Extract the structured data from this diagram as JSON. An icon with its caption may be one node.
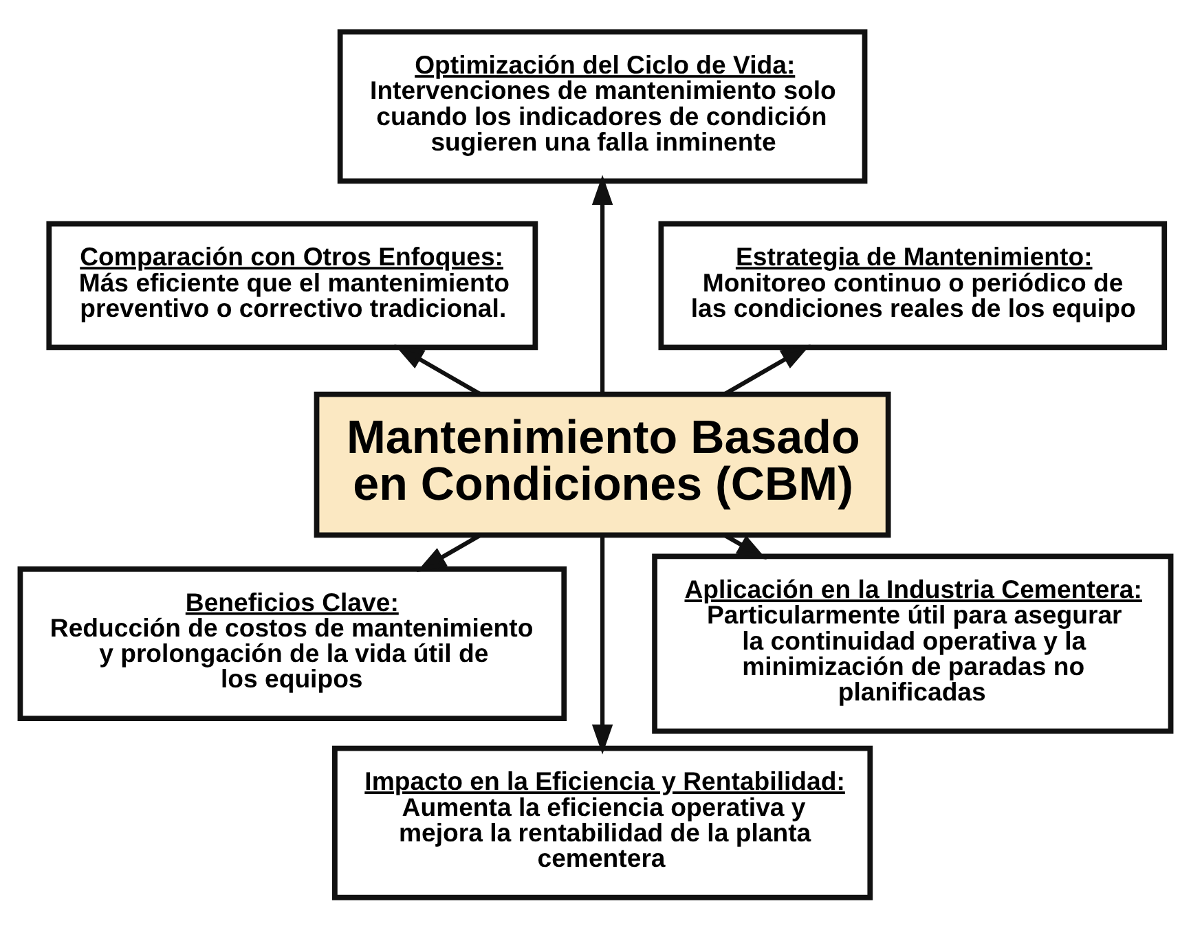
{
  "diagram": {
    "nodes": [
      {
        "text": [
          "Mantenimiento Basado en Condiciones (CBM)"
        ]
      },
      {
        "text": [
          "Estrategia de Mantenimiento:",
          "Monitoreo continuo o periódico de las condiciones reales de los equipo"
        ]
      },
      {
        "text": [
          "Optimización del Ciclo de Vida:",
          "Intervenciones de mantenimiento solo cuando los indicadores de condición sugieren una falla inminente"
        ]
      },
      {
        "text": [
          "Comparación con Otros Enfoques:",
          "Más eficiente que el mantenimiento preventivo o correctivo tradicional."
        ]
      },
      {
        "text": [
          "Beneficios Clave:",
          "Reducción de costos de mantenimiento y prolongación de la vida útil de los equipos"
        ]
      },
      {
        "text": [
          "Impacto en la Eficiencia y Rentabilidad:",
          "Aumenta la eficiencia operativa y mejora la rentabilidad de la planta cementera"
        ]
      },
      {
        "text": [
          "Aplicación en la Industria Cementera:",
          "Particularmente útil para asegurar la continuidad operativa y la minimización de paradas no planificadas"
        ]
      }
    ],
    "edges": [
      {
        "from": 0,
        "to": 1,
        "arrow": "to"
      },
      {
        "from": 0,
        "to": 2,
        "arrow": "to"
      },
      {
        "from": 0,
        "to": 3,
        "arrow": "to"
      },
      {
        "from": 0,
        "to": 4,
        "arrow": "to"
      },
      {
        "from": 0,
        "to": 5,
        "arrow": "to"
      },
      {
        "from": 0,
        "to": 6,
        "arrow": "to"
      }
    ]
  }
}
